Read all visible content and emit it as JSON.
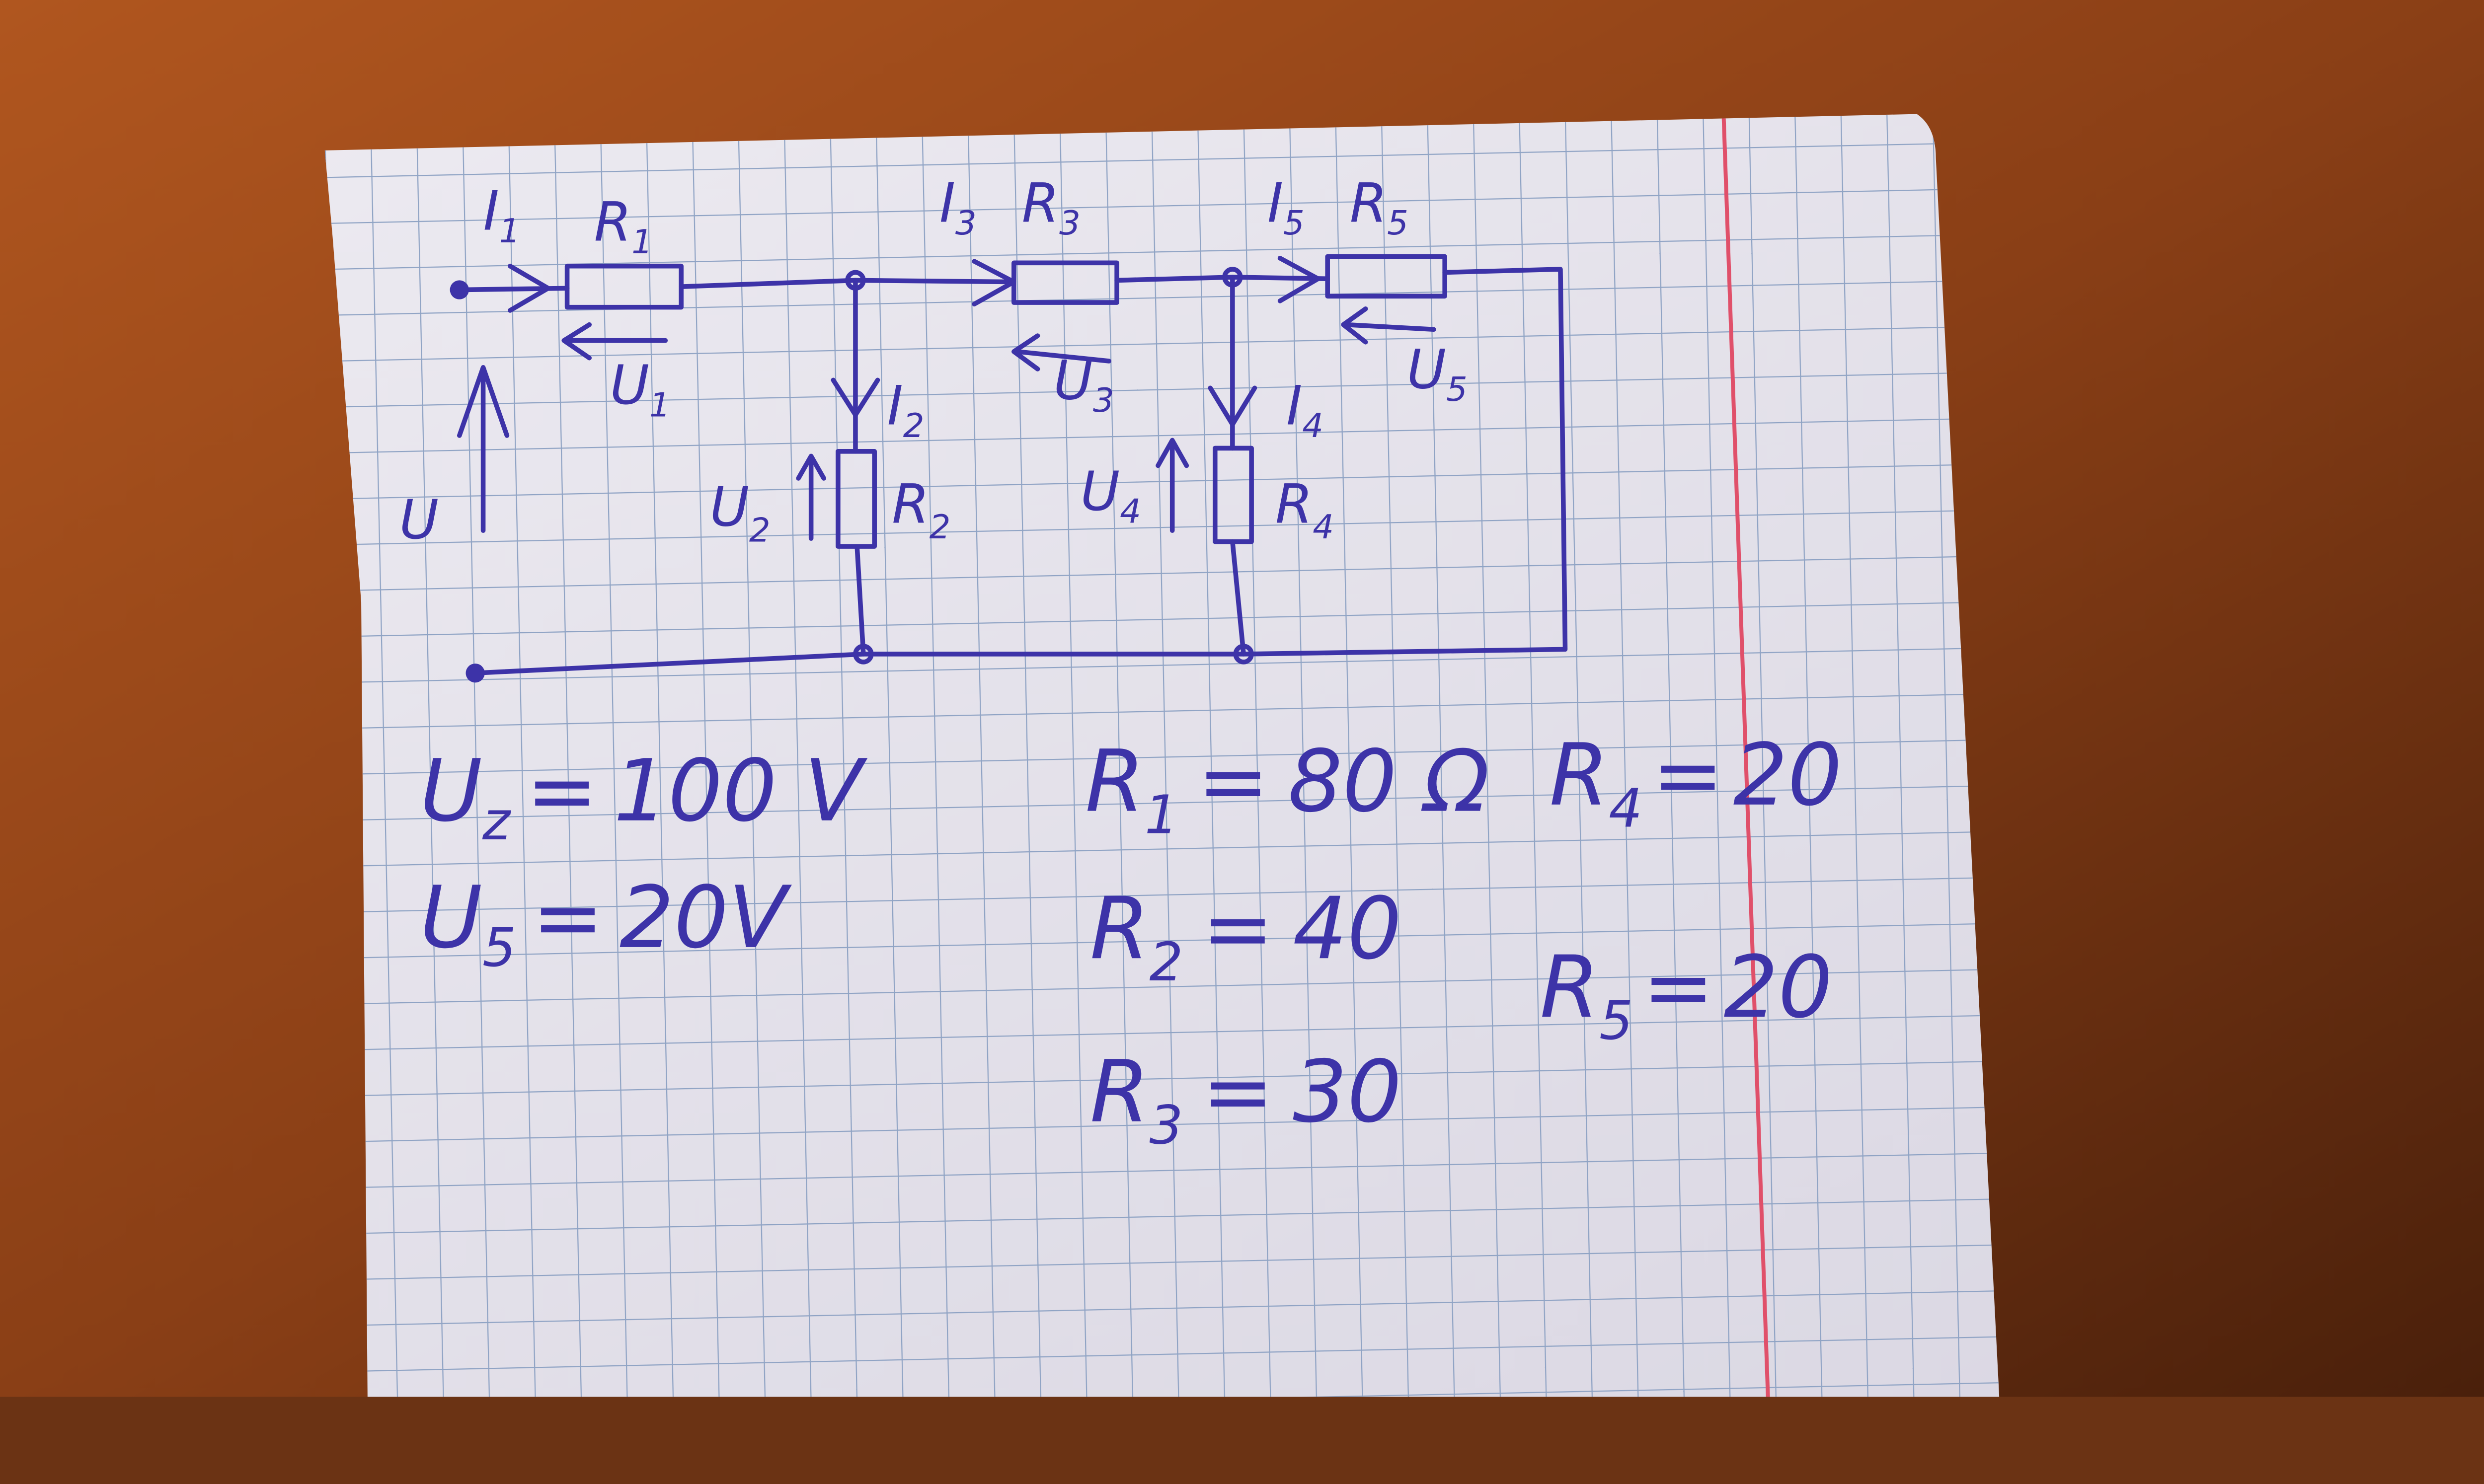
{
  "photo": {
    "colors": {
      "wood_light": "#b0561f",
      "wood_dark": "#4a200b",
      "paper": "#e9e6ee",
      "grid": "#8fa3c4",
      "margin": "#e0506a",
      "ink": "#3d33a8"
    }
  },
  "circuit": {
    "source_label": {
      "main": "U",
      "sub": ""
    },
    "currents": [
      {
        "main": "I",
        "sub": "1"
      },
      {
        "main": "I",
        "sub": "2"
      },
      {
        "main": "I",
        "sub": "3"
      },
      {
        "main": "I",
        "sub": "4"
      },
      {
        "main": "I",
        "sub": "5"
      }
    ],
    "resistors": [
      {
        "main": "R",
        "sub": "1"
      },
      {
        "main": "R",
        "sub": "2"
      },
      {
        "main": "R",
        "sub": "3"
      },
      {
        "main": "R",
        "sub": "4"
      },
      {
        "main": "R",
        "sub": "5"
      }
    ],
    "voltages": [
      {
        "main": "U",
        "sub": "1"
      },
      {
        "main": "U",
        "sub": "2"
      },
      {
        "main": "U",
        "sub": "3"
      },
      {
        "main": "U",
        "sub": "4"
      },
      {
        "main": "U",
        "sub": "5"
      }
    ]
  },
  "given": {
    "equals": "=",
    "items": [
      {
        "main": "U",
        "sub": "z",
        "value": "100 V"
      },
      {
        "main": "U",
        "sub": "5",
        "value": "20V"
      },
      {
        "main": "R",
        "sub": "1",
        "value": "80 Ω"
      },
      {
        "main": "R",
        "sub": "2",
        "value": "40"
      },
      {
        "main": "R",
        "sub": "3",
        "value": "30"
      },
      {
        "main": "R",
        "sub": "4",
        "value": "20"
      },
      {
        "main": "R",
        "sub": "5",
        "value": "20"
      }
    ]
  }
}
